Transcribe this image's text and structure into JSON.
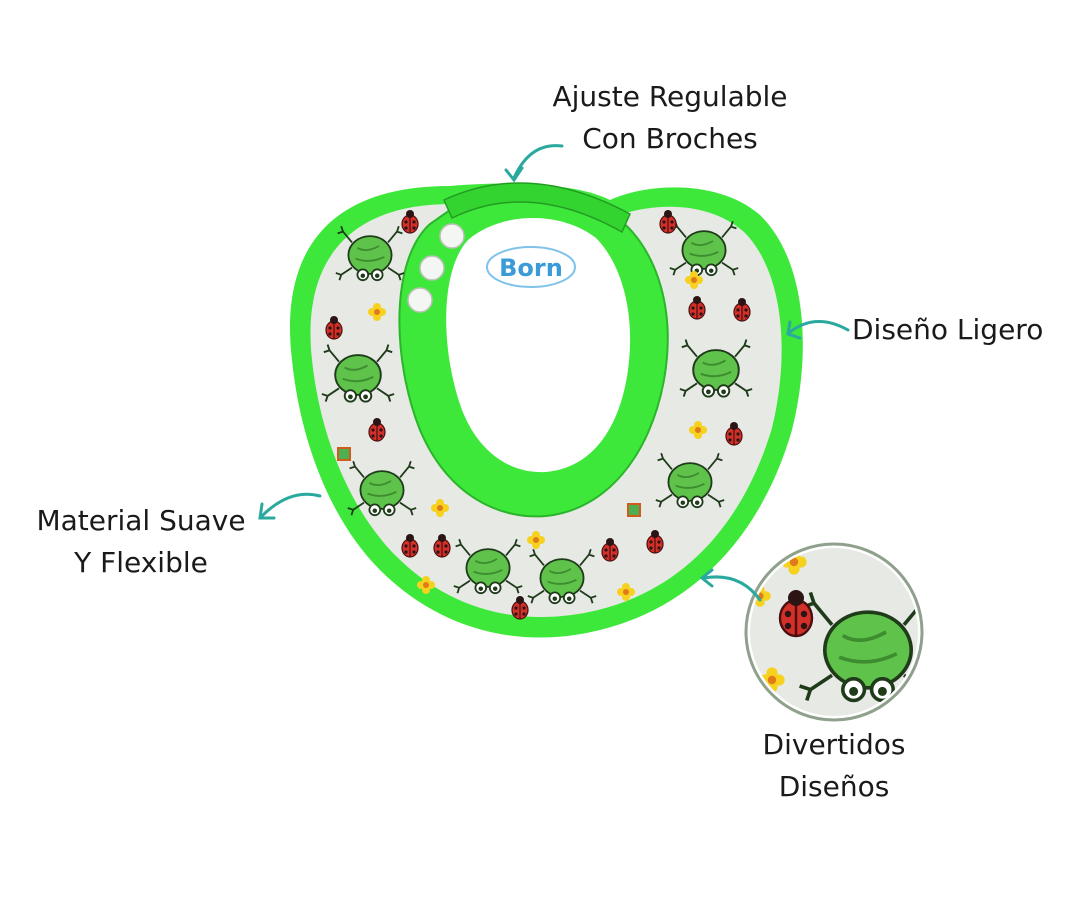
{
  "brand": {
    "logo_text": "Born"
  },
  "callouts": {
    "adjust": {
      "line1": "Ajuste Regulable",
      "line2": "Con Broches"
    },
    "light": {
      "line1": "Diseño Ligero"
    },
    "soft": {
      "line1": "Material Suave",
      "line2": "Y Flexible"
    },
    "fun": {
      "line1": "Divertidos",
      "line2": "Diseños"
    }
  },
  "colors": {
    "visor_green": "#3ee83a",
    "visor_green_dark": "#2ab52a",
    "visor_inner": "#e6e9e4",
    "arrow_teal": "#2aa99e",
    "frog_green": "#5fc24a",
    "ladybug_red": "#d4302a",
    "flower_yellow": "#f6d21e",
    "snap_white": "#f4f6f3",
    "logo_blue": "#3a9bd8"
  }
}
